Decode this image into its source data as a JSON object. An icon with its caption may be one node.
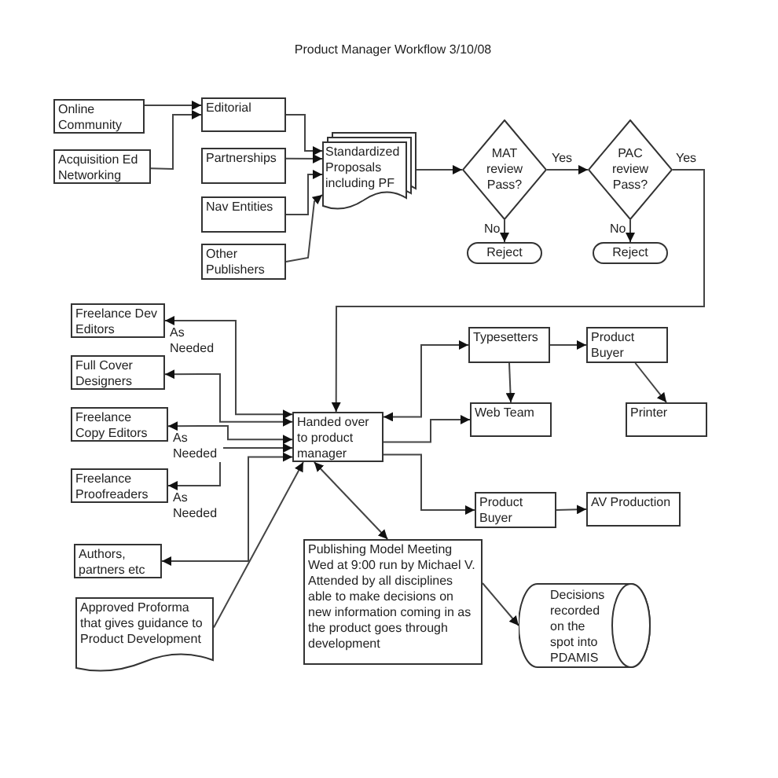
{
  "diagram": {
    "title": "Product Manager Workflow 3/10/08",
    "nodes": [
      {
        "text": [
          "Online Community"
        ]
      },
      {
        "text": [
          "Acquisition Ed Networking"
        ]
      },
      {
        "text": [
          "Editorial"
        ]
      },
      {
        "text": [
          "Partnerships"
        ]
      },
      {
        "text": [
          "Nav Entities"
        ]
      },
      {
        "text": [
          "Other Publishers"
        ]
      },
      {
        "text": [
          "Standardized Proposals including PF"
        ]
      },
      {
        "text": [
          "MAT review Pass?"
        ]
      },
      {
        "text": [
          "Reject"
        ]
      },
      {
        "text": [
          "PAC review Pass?"
        ]
      },
      {
        "text": [
          "Reject"
        ]
      },
      {
        "text": [
          "Freelance Dev Editors"
        ]
      },
      {
        "text": [
          "Full Cover Designers"
        ]
      },
      {
        "text": [
          "Freelance Copy Editors"
        ]
      },
      {
        "text": [
          "Freelance Proofreaders"
        ]
      },
      {
        "text": [
          "Handed over to product manager"
        ]
      },
      {
        "text": [
          "Typesetters"
        ]
      },
      {
        "text": [
          "Product Buyer"
        ]
      },
      {
        "text": [
          "Web Team"
        ]
      },
      {
        "text": [
          "Printer"
        ]
      },
      {
        "text": [
          "Product Buyer"
        ]
      },
      {
        "text": [
          "AV Production"
        ]
      },
      {
        "text": [
          "Authors, partners etc"
        ]
      },
      {
        "text": [
          "Approved Proforma that gives guidance to Product Development"
        ]
      },
      {
        "text": [
          "Publishing Model Meeting Wed at 9:00 run by Michael V. Attended by all disciplines able to make decisions on new information coming in as the product goes through development"
        ]
      },
      {
        "text": [
          "Decisions recorded on the spot into PDAMIS"
        ]
      }
    ],
    "edges": [
      {
        "from": 0,
        "to": 2,
        "arrow": "to"
      },
      {
        "from": 1,
        "to": 2,
        "arrow": "to"
      },
      {
        "from": 2,
        "to": 6,
        "arrow": "to"
      },
      {
        "from": 3,
        "to": 6,
        "arrow": "to"
      },
      {
        "from": 4,
        "to": 6,
        "arrow": "to"
      },
      {
        "from": 5,
        "to": 6,
        "arrow": "to"
      },
      {
        "from": 6,
        "to": 7,
        "arrow": "to"
      },
      {
        "from": 7,
        "to": 9,
        "arrow": "to",
        "label": "Yes"
      },
      {
        "from": 7,
        "to": 8,
        "arrow": "to",
        "label": "No"
      },
      {
        "from": 9,
        "to": 10,
        "arrow": "to",
        "label": "No"
      },
      {
        "from": 9,
        "to": 15,
        "arrow": "to",
        "label": "Yes"
      },
      {
        "from": 15,
        "to": 11,
        "arrow": "both",
        "label": "As Needed"
      },
      {
        "from": 15,
        "to": 12,
        "arrow": "both"
      },
      {
        "from": 15,
        "to": 13,
        "arrow": "both",
        "label": "As Needed"
      },
      {
        "from": 15,
        "to": 14,
        "arrow": "both",
        "label": "As Needed"
      },
      {
        "from": 15,
        "to": 16,
        "arrow": "both"
      },
      {
        "from": 15,
        "to": 18,
        "arrow": "to"
      },
      {
        "from": 15,
        "to": 20,
        "arrow": "to"
      },
      {
        "from": 16,
        "to": 17,
        "arrow": "to"
      },
      {
        "from": 16,
        "to": 18,
        "arrow": "to"
      },
      {
        "from": 17,
        "to": 19,
        "arrow": "to"
      },
      {
        "from": 20,
        "to": 21,
        "arrow": "to"
      },
      {
        "from": 15,
        "to": 22,
        "arrow": "both"
      },
      {
        "from": 23,
        "to": 15,
        "arrow": "to"
      },
      {
        "from": 15,
        "to": 24,
        "arrow": "both"
      },
      {
        "from": 24,
        "to": 25,
        "arrow": "to"
      }
    ]
  }
}
